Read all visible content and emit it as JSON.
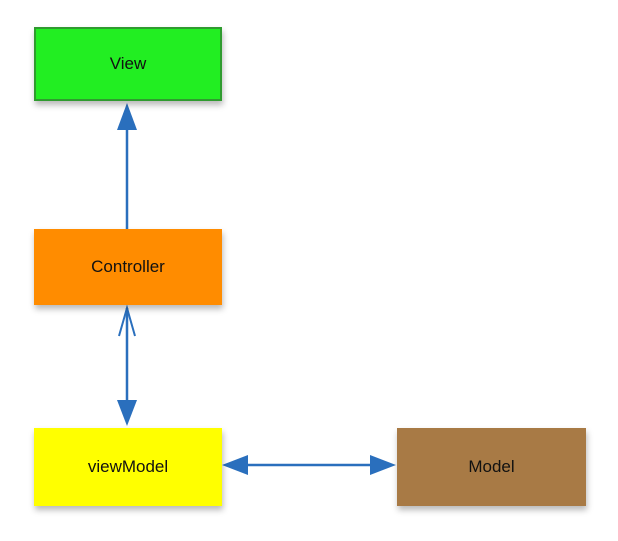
{
  "diagram": {
    "nodes": {
      "view": {
        "label": "View",
        "color": "#22ee22"
      },
      "controller": {
        "label": "Controller",
        "color": "#ff8c00"
      },
      "viewmodel": {
        "label": "viewModel",
        "color": "#ffff00"
      },
      "model": {
        "label": "Model",
        "color": "#a87a45"
      }
    },
    "edges": [
      {
        "from": "controller",
        "to": "view",
        "direction": "one-way"
      },
      {
        "from": "controller",
        "to": "viewModel",
        "direction": "two-way"
      },
      {
        "from": "viewModel",
        "to": "model",
        "direction": "two-way"
      }
    ],
    "edge_color": "#2a6fbd"
  }
}
